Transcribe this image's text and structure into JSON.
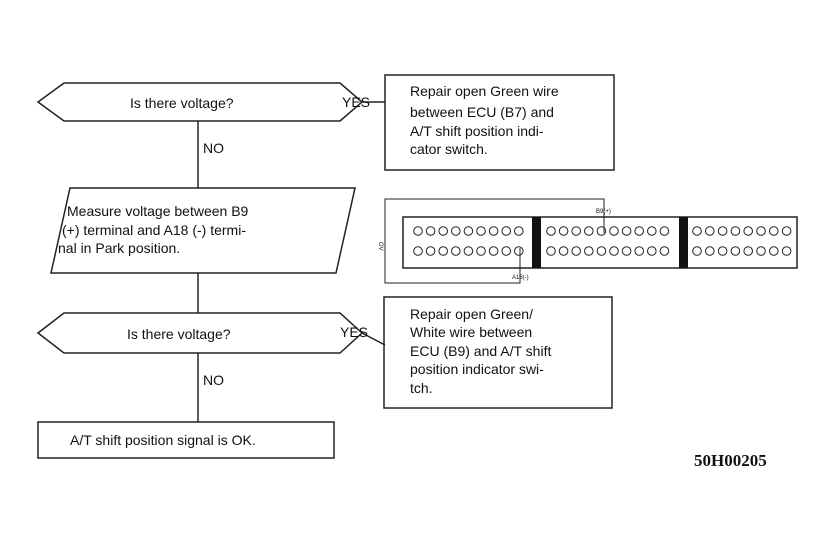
{
  "decision_1": {
    "text": "Is there voltage?",
    "yes_label": "YES",
    "no_label": "NO"
  },
  "repair_1": {
    "lines": [
      "Repair open Green wire",
      "between ECU (B7) and",
      "A/T shift position indi-",
      "cator switch."
    ]
  },
  "measure": {
    "lines": [
      "Measure voltage between B9",
      "(+) terminal and A18 (-) termi-",
      "nal in Park position."
    ]
  },
  "connector": {
    "meter_label": "OV",
    "b9_label": "B9(+)",
    "a18_label": "A18(-)"
  },
  "decision_2": {
    "text": "Is there voltage?",
    "yes_label": "YES",
    "no_label": "NO"
  },
  "repair_2": {
    "lines": [
      "Repair open Green/",
      "White wire between",
      "ECU (B9) and A/T shift",
      "position indicator swi-",
      "tch."
    ]
  },
  "result": {
    "text": "A/T shift position signal is OK."
  },
  "figure_code": "50H00205"
}
